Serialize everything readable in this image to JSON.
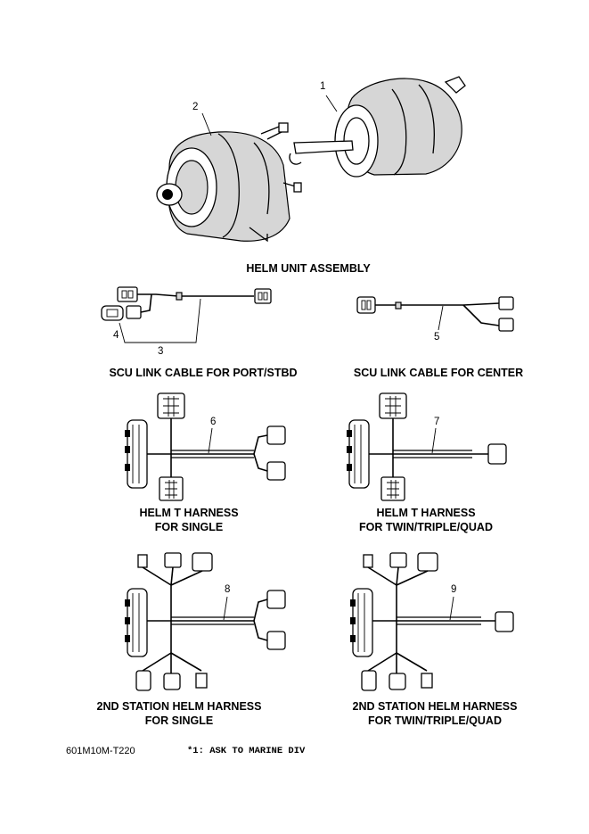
{
  "captions": {
    "helm_unit": "HELM UNIT ASSEMBLY",
    "scu_port": "SCU LINK CABLE FOR PORT/STBD",
    "scu_center": "SCU LINK CABLE FOR CENTER",
    "helm_t_single_1": "HELM T HARNESS",
    "helm_t_single_2": "FOR SINGLE",
    "helm_t_multi_1": "HELM T HARNESS",
    "helm_t_multi_2": "FOR TWIN/TRIPLE/QUAD",
    "second_single_1": "2ND STATION HELM HARNESS",
    "second_single_2": "FOR SINGLE",
    "second_multi_1": "2ND STATION HELM HARNESS",
    "second_multi_2": "FOR TWIN/TRIPLE/QUAD"
  },
  "callouts": {
    "c1": "1",
    "c2": "2",
    "c3": "3",
    "c4": "4",
    "c5": "5",
    "c6": "6",
    "c7": "7",
    "c8": "8",
    "c9": "9"
  },
  "footer": {
    "code": "601M10M-T220",
    "note": "*1:  ASK TO MARINE DIV"
  }
}
